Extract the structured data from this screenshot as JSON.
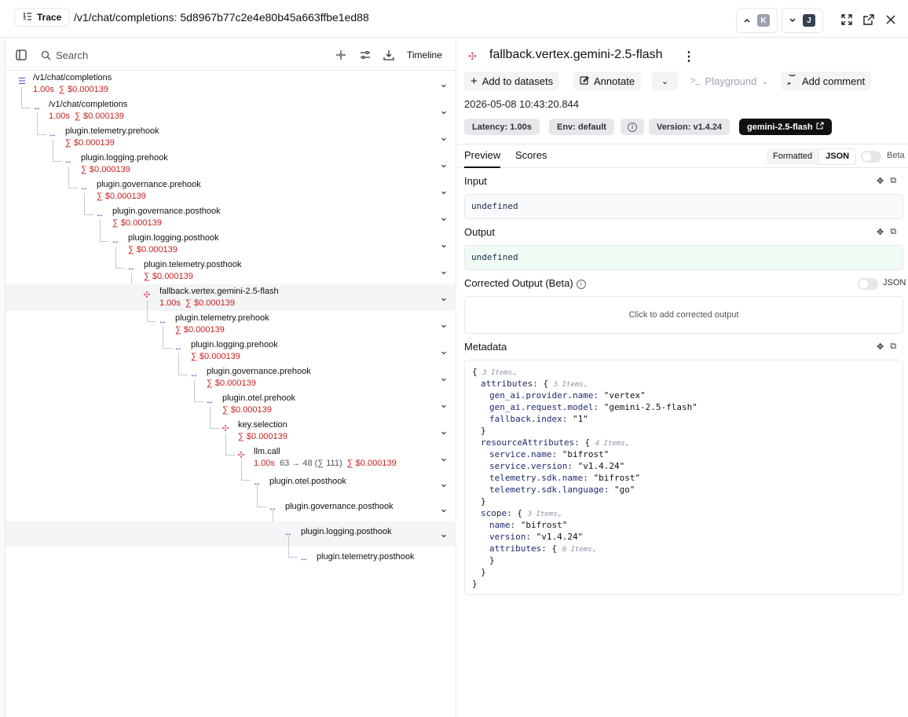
{
  "header": {
    "trace_tab_label": "Trace",
    "trace_title": "/v1/chat/completions: 5d8967b77c2e4e80b45a663ffbe1ed88",
    "prev_key": "K",
    "next_key": "J"
  },
  "left": {
    "search_placeholder": "Search",
    "timeline_label": "Timeline",
    "nodes": [
      {
        "name": "/v1/chat/completions",
        "duration": "1.00s",
        "cost": "∑ $0.000139"
      },
      {
        "name": "/v1/chat/completions",
        "duration": "1.00s",
        "cost": "∑ $0.000139"
      },
      {
        "name": "plugin.telemetry.prehook",
        "cost": "∑ $0.000139"
      },
      {
        "name": "plugin.logging.prehook",
        "cost": "∑ $0.000139"
      },
      {
        "name": "plugin.governance.prehook",
        "cost": "∑ $0.000139"
      },
      {
        "name": "plugin.governance.posthook",
        "cost": "∑ $0.000139"
      },
      {
        "name": "plugin.logging.posthook",
        "cost": "∑ $0.000139"
      },
      {
        "name": "plugin.telemetry.posthook",
        "cost": "∑ $0.000139"
      },
      {
        "name": "fallback.vertex.gemini-2.5-flash",
        "duration": "1.00s",
        "cost": "∑ $0.000139"
      },
      {
        "name": "plugin.telemetry.prehook",
        "cost": "∑ $0.000139"
      },
      {
        "name": "plugin.logging.prehook",
        "cost": "∑ $0.000139"
      },
      {
        "name": "plugin.governance.prehook",
        "cost": "∑ $0.000139"
      },
      {
        "name": "plugin.otel.prehook",
        "cost": "∑ $0.000139"
      },
      {
        "name": "key.selection",
        "cost": "∑ $0.000139"
      },
      {
        "name": "llm.call",
        "duration": "1.00s",
        "tokens": "63 → 48 (∑ 111)",
        "cost": "∑ $0.000139"
      },
      {
        "name": "plugin.otel.posthook"
      },
      {
        "name": "plugin.governance.posthook"
      },
      {
        "name": "plugin.logging.posthook"
      },
      {
        "name": "plugin.telemetry.posthook"
      }
    ]
  },
  "detail": {
    "span_title": "fallback.vertex.gemini-2.5-flash",
    "add_to_datasets": "Add to datasets",
    "annotate": "Annotate",
    "playground": "Playground",
    "add_comment": "Add comment",
    "datetime": "2026-05-08 10:43:20.844",
    "chips": {
      "latency": "Latency: 1.00s",
      "env": "Env: default",
      "version": "Version: v1.4.24",
      "model": "gemini-2.5-flash"
    },
    "tabs": {
      "preview": "Preview",
      "scores": "Scores"
    },
    "format": {
      "formatted": "Formatted",
      "json": "JSON",
      "beta": "Beta"
    },
    "input": {
      "title": "Input",
      "value": "undefined"
    },
    "output": {
      "title": "Output",
      "value": "undefined"
    },
    "corrected": {
      "title": "Corrected Output (Beta)",
      "json_label": "JSON",
      "placeholder": "Click to add corrected output"
    },
    "metadata": {
      "title": "Metadata",
      "root_count": "3 Items",
      "attributes_count": "3 Items",
      "provider_name": "\"vertex\"",
      "request_model": "\"gemini-2.5-flash\"",
      "fallback_index": "\"1\"",
      "resource_count": "4 Items",
      "service_name": "\"bifrost\"",
      "service_version": "\"v1.4.24\"",
      "sdk_name": "\"bifrost\"",
      "sdk_language": "\"go\"",
      "scope_count": "3 Items",
      "scope_name": "\"bifrost\"",
      "scope_version": "\"v1.4.24\"",
      "scope_attributes_count": "0 Items"
    }
  }
}
